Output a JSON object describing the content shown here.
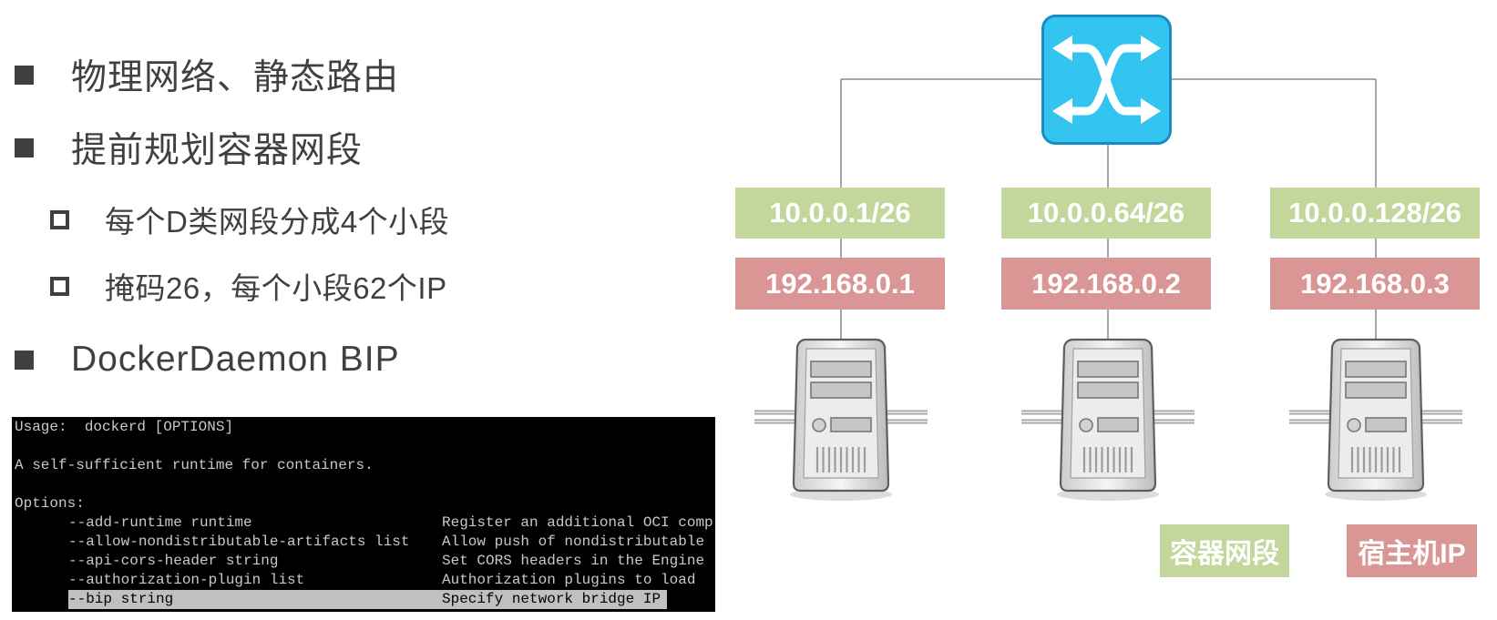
{
  "bullets": [
    {
      "level": 1,
      "text": "物理网络、静态路由"
    },
    {
      "level": 1,
      "text": "提前规划容器网段"
    },
    {
      "level": 2,
      "text": "每个D类网段分成4个小段"
    },
    {
      "level": 2,
      "text": "掩码26，每个小段62个IP"
    },
    {
      "level": 1,
      "text": "DockerDaemon BIP"
    }
  ],
  "terminal": {
    "usage": "Usage:  dockerd [OPTIONS]",
    "description": "A self-sufficient runtime for containers.",
    "options_header": "Options:",
    "options": [
      {
        "flag": "--add-runtime runtime",
        "desc": "Register an additional OCI comp",
        "highlighted": false
      },
      {
        "flag": "--allow-nondistributable-artifacts list",
        "desc": "Allow push of nondistributable",
        "highlighted": false
      },
      {
        "flag": "--api-cors-header string",
        "desc": "Set CORS headers in the Engine",
        "highlighted": false
      },
      {
        "flag": "--authorization-plugin list",
        "desc": "Authorization plugins to load",
        "highlighted": false
      },
      {
        "flag": "--bip string",
        "desc": "Specify network bridge IP",
        "highlighted": true
      }
    ]
  },
  "diagram": {
    "hosts": [
      {
        "subnet": "10.0.0.1/26",
        "host_ip": "192.168.0.1"
      },
      {
        "subnet": "10.0.0.64/26",
        "host_ip": "192.168.0.2"
      },
      {
        "subnet": "10.0.0.128/26",
        "host_ip": "192.168.0.3"
      }
    ],
    "legend": {
      "subnet_label": "容器网段",
      "host_ip_label": "宿主机IP"
    },
    "colors": {
      "subnet": "#c3d69b",
      "host_ip": "#d99694",
      "switch": "#33c4f0",
      "switch_border": "#1a8cc4",
      "text": "#404040"
    }
  },
  "icons": {
    "switch": "switch-icon",
    "server": "server-icon",
    "bullet_level_1": "filled-square-icon",
    "bullet_level_2": "hollow-square-icon"
  }
}
